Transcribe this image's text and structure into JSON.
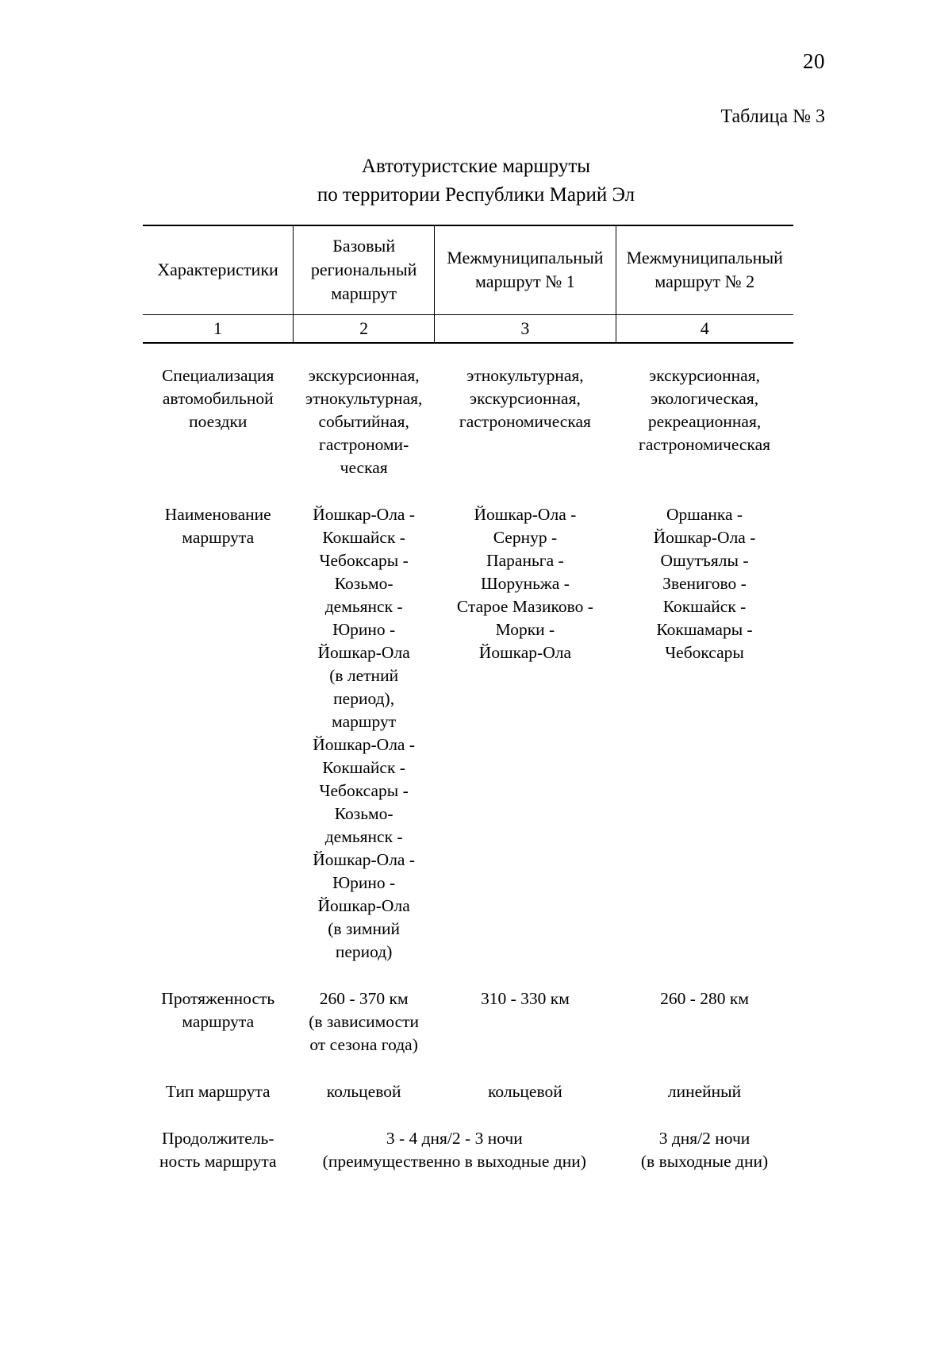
{
  "page": {
    "number": "20"
  },
  "table_caption": "Таблица № 3",
  "title": {
    "line1": "Автотуристские маршруты",
    "line2": "по территории Республики Марий Эл"
  },
  "table": {
    "headers": [
      "Характеристики",
      "Базовый\nрегиональный\nмаршрут",
      "Межмуниципальный\nмаршрут № 1",
      "Межмуниципальный\nмаршрут № 2"
    ],
    "headers_lines": {
      "h1": [
        "Характеристики"
      ],
      "h2": [
        "Базовый",
        "региональный",
        "маршрут"
      ],
      "h3": [
        "Межмуниципальный",
        "маршрут № 1"
      ],
      "h4": [
        "Межмуниципальный",
        "маршрут № 2"
      ]
    },
    "column_numbers": [
      "1",
      "2",
      "3",
      "4"
    ],
    "rows": [
      {
        "label_lines": [
          "Специализация",
          "автомобильной",
          "поездки"
        ],
        "col2_lines": [
          "экскурсионная,",
          "этнокультурная,",
          "событийная,",
          "гастрономи-",
          "ческая"
        ],
        "col3_lines": [
          "этнокультурная,",
          "экскурсионная,",
          "гастрономическая"
        ],
        "col4_lines": [
          "экскурсионная,",
          "экологическая,",
          "рекреационная,",
          "гастрономическая"
        ]
      },
      {
        "label_lines": [
          "Наименование",
          "маршрута"
        ],
        "col2_lines": [
          "Йошкар-Ола -",
          "Кокшайск -",
          "Чебоксары -",
          "Козьмо-",
          "демьянск -",
          "Юрино -",
          "Йошкар-Ола",
          "(в летний",
          "период),",
          "маршрут",
          "Йошкар-Ола -",
          "Кокшайск -",
          "Чебоксары -",
          "Козьмо-",
          "демьянск -",
          "Йошкар-Ола -",
          "Юрино -",
          "Йошкар-Ола",
          "(в зимний",
          "период)"
        ],
        "col3_lines": [
          "Йошкар-Ола -",
          "Сернур -",
          "Параньга -",
          "Шоруньжа -",
          "Старое Мазиково -",
          "Морки -",
          "Йошкар-Ола"
        ],
        "col4_lines": [
          "Оршанка -",
          "Йошкар-Ола -",
          "Ошутъялы -",
          "Звенигово -",
          "Кокшайск -",
          "Кокшамары -",
          "Чебоксары"
        ]
      },
      {
        "label_lines": [
          "Протяженность",
          "маршрута"
        ],
        "col2_lines": [
          "260 - 370 км",
          "(в зависимости",
          "от сезона года)"
        ],
        "col3_lines": [
          "310 - 330 км"
        ],
        "col4_lines": [
          "260 - 280 км"
        ]
      },
      {
        "label_lines": [
          "Тип маршрута"
        ],
        "col2_lines": [
          "кольцевой"
        ],
        "col3_lines": [
          "кольцевой"
        ],
        "col4_lines": [
          "линейный"
        ]
      },
      {
        "label_lines": [
          "Продолжитель-",
          "ность маршрута"
        ],
        "col23_lines": [
          "3 - 4 дня/2 - 3 ночи",
          "(преимущественно в выходные дни)"
        ],
        "col4_lines": [
          "3 дня/2 ночи",
          "(в выходные дни)"
        ]
      }
    ]
  }
}
